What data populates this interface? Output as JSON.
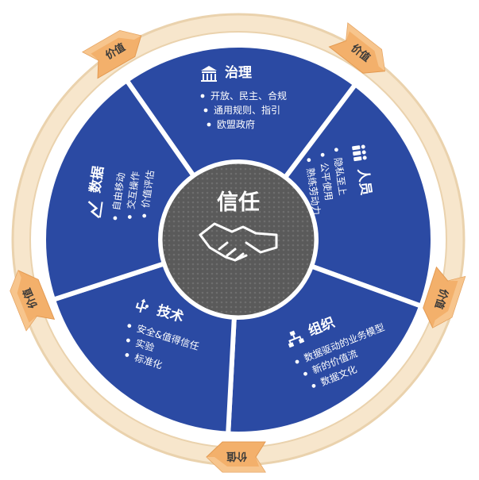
{
  "center": {
    "title": "信任"
  },
  "colors": {
    "segment": "#2b4aa3",
    "divider": "#ffffff",
    "ring": "#f7e6cc",
    "ring_edge": "#ead2ad",
    "arrow": "#f3b06b",
    "arrow_light": "#f9d7a9",
    "center": "#5b5b5b"
  },
  "segments": [
    {
      "id": "governance",
      "icon": "bank-building-icon",
      "title": "治理",
      "items": [
        "开放、民主、合规",
        "通用规则、指引",
        "欧盟政府"
      ]
    },
    {
      "id": "people",
      "icon": "people-group-icon",
      "title": "人员",
      "items": [
        "隐私至上",
        "公平使用",
        "熟练劳动力"
      ]
    },
    {
      "id": "organization",
      "icon": "org-chart-icon",
      "title": "组织",
      "items": [
        "数据驱动的业务模型",
        "新的价值流",
        "数据文化"
      ]
    },
    {
      "id": "technology",
      "icon": "usb-icon",
      "title": "技术",
      "items": [
        "安全&值得信任",
        "实验",
        "标准化"
      ]
    },
    {
      "id": "data",
      "icon": "data-chart-icon",
      "title": "数据",
      "items": [
        "自由移动",
        "交互操作",
        "价值评估"
      ]
    }
  ],
  "arrows": [
    {
      "id": "top-left",
      "label": "价值"
    },
    {
      "id": "top-right",
      "label": "价值"
    },
    {
      "id": "right",
      "label": "价值"
    },
    {
      "id": "bottom",
      "label": "价值"
    },
    {
      "id": "left",
      "label": "价值"
    }
  ]
}
